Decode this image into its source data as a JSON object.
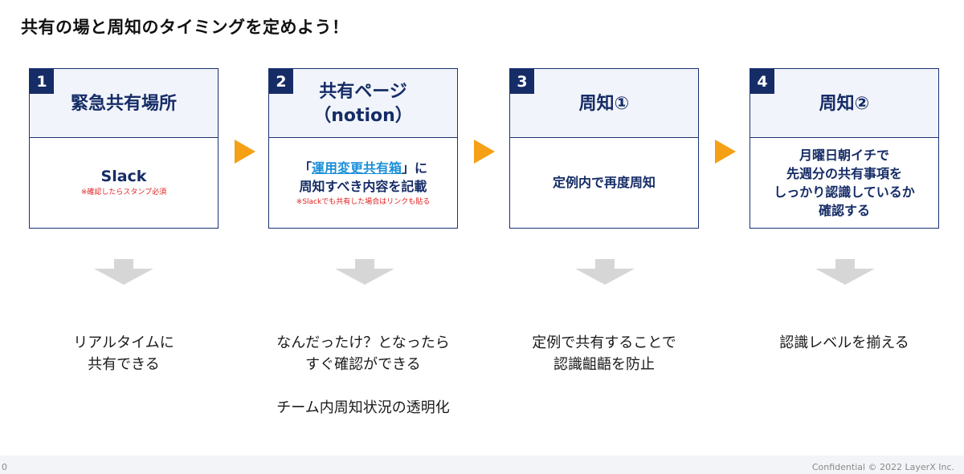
{
  "title": "共有の場と周知のタイミングを定めよう！",
  "steps": [
    {
      "number": "1",
      "heading": "緊急共有場所",
      "body": "Slack",
      "note": "※確認したらスタンプ必須"
    },
    {
      "number": "2",
      "heading": "共有ページ\n（notion）",
      "body_prefix": "「",
      "body_link": "運用変更共有箱",
      "body_suffix": "」に\n周知すべき内容を記載",
      "note": "※Slackでも共有した場合はリンクも貼る"
    },
    {
      "number": "3",
      "heading": "周知①",
      "body": "定例内で再度周知"
    },
    {
      "number": "4",
      "heading": "周知②",
      "body": "月曜日朝イチで\n先週分の共有事項を\nしっかり認識しているか\n確認する"
    }
  ],
  "outcomes": [
    "リアルタイムに\n共有できる",
    "なんだったけ？となったら\nすぐ確認ができる",
    "定例で共有することで\n認識齟齬を防止",
    "認識レベルを揃える"
  ],
  "outcome_extra": "チーム内周知状況の透明化",
  "footer": "Confidential  © 2022 LayerX Inc.",
  "page_number": "0",
  "colors": {
    "navy": "#152c66",
    "accent_arrow": "#f5a015",
    "note_red": "#e02020",
    "link_blue": "#1a8fd8",
    "down_arrow_gray": "#d6d6d6"
  }
}
